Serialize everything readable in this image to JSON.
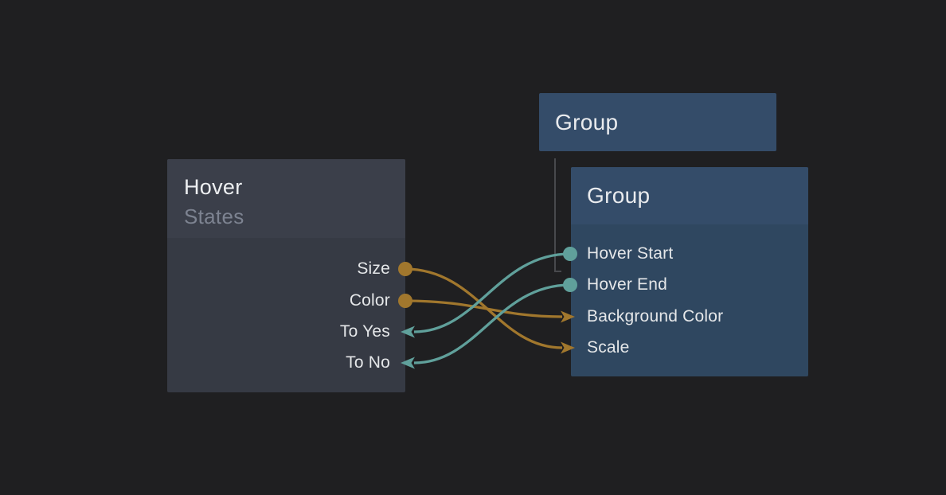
{
  "canvas": {
    "background": "#1f1f21"
  },
  "colors": {
    "value_wire": "#a1772d",
    "event_wire": "#60a09b",
    "hierarchy_line": "#48494d",
    "hover_node_header": "#3b3f4a",
    "hover_node_body": "#363a44",
    "group_node_header": "#344c69",
    "group_node_body": "#2f4760"
  },
  "nodes": {
    "hover": {
      "title": "Hover",
      "subtitle": "States",
      "ports": [
        {
          "label": "Size",
          "kind": "value-output"
        },
        {
          "label": "Color",
          "kind": "value-output"
        },
        {
          "label": "To Yes",
          "kind": "event-input"
        },
        {
          "label": "To No",
          "kind": "event-input"
        }
      ]
    },
    "group_collapsed": {
      "title": "Group"
    },
    "group": {
      "title": "Group",
      "ports": [
        {
          "label": "Hover Start",
          "kind": "event-output"
        },
        {
          "label": "Hover End",
          "kind": "event-output"
        },
        {
          "label": "Background Color",
          "kind": "value-input"
        },
        {
          "label": "Scale",
          "kind": "value-input"
        }
      ]
    }
  },
  "connections": [
    {
      "from": "Hover.Size",
      "to": "Group.Scale",
      "color": "#a1772d"
    },
    {
      "from": "Hover.Color",
      "to": "Group.Background Color",
      "color": "#a1772d"
    },
    {
      "from": "Group.Hover Start",
      "to": "Hover.To Yes",
      "color": "#60a09b"
    },
    {
      "from": "Group.Hover End",
      "to": "Hover.To No",
      "color": "#60a09b"
    },
    {
      "from": "Group (collapsed)",
      "to": "Group",
      "color": "#48494d"
    }
  ]
}
